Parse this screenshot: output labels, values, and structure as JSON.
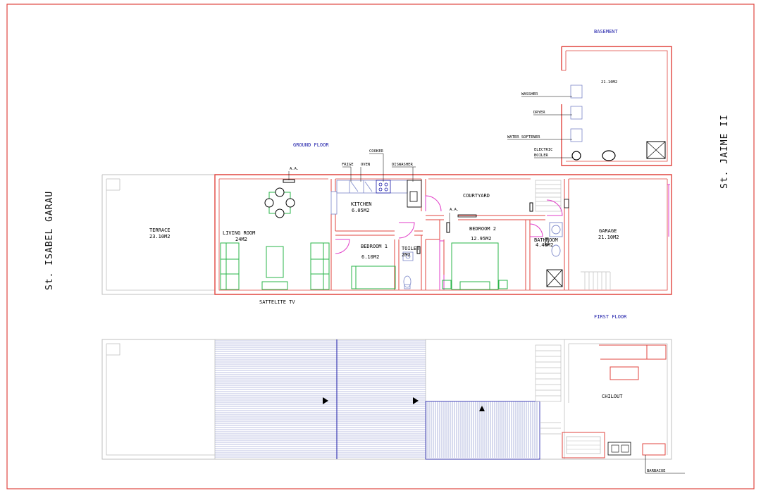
{
  "floors": {
    "basement": "BASEMENT",
    "ground": "GROUND FLOOR",
    "first": "FIRST FLOOR"
  },
  "streets": {
    "left": "St. ISABEL GARAU",
    "right": "St. JAIME II"
  },
  "rooms": {
    "terrace": {
      "name": "TERRACE",
      "area": "23.10M2"
    },
    "living": {
      "name": "LIVING ROOM",
      "area": "24M2"
    },
    "kitchen": {
      "name": "KITCHEN",
      "area": "6.05M2"
    },
    "bedroom1": {
      "name": "BEDROOM 1",
      "area": "6.10M2"
    },
    "toilet": {
      "name": "TOILET",
      "area": "2M2"
    },
    "courtyard": {
      "name": "COURTYARD"
    },
    "bedroom2": {
      "name": "BEDROOM 2",
      "area": "12.95M2"
    },
    "bathroom": {
      "name": "BATHROOM",
      "area": "4.40M2"
    },
    "garage": {
      "name": "GARAGE",
      "area": "21.10M2"
    },
    "basement": {
      "area": "21.10M2"
    },
    "chilout": {
      "name": "CHILOUT"
    }
  },
  "labels": {
    "ac": "A.A.",
    "fridge": "FRIGE",
    "oven": "OVEN",
    "cooker": "COOKER",
    "dishwasher": "DISWASHER",
    "satellite": "SATTELITE TV",
    "washer": "WASSHER",
    "dryer": "DRYER",
    "softener": "WATER SOFTENER",
    "boiler_1": "ELECTRIC",
    "boiler_2": "BOILER",
    "barbacue": "BARBACUE"
  },
  "colors": {
    "wall": "#e0453f",
    "furniture": "#2ab54a",
    "door": "#e23ec8",
    "outline": "#bfbfbf",
    "hatch": "#7a86c8",
    "title": "#1a1aa8"
  }
}
